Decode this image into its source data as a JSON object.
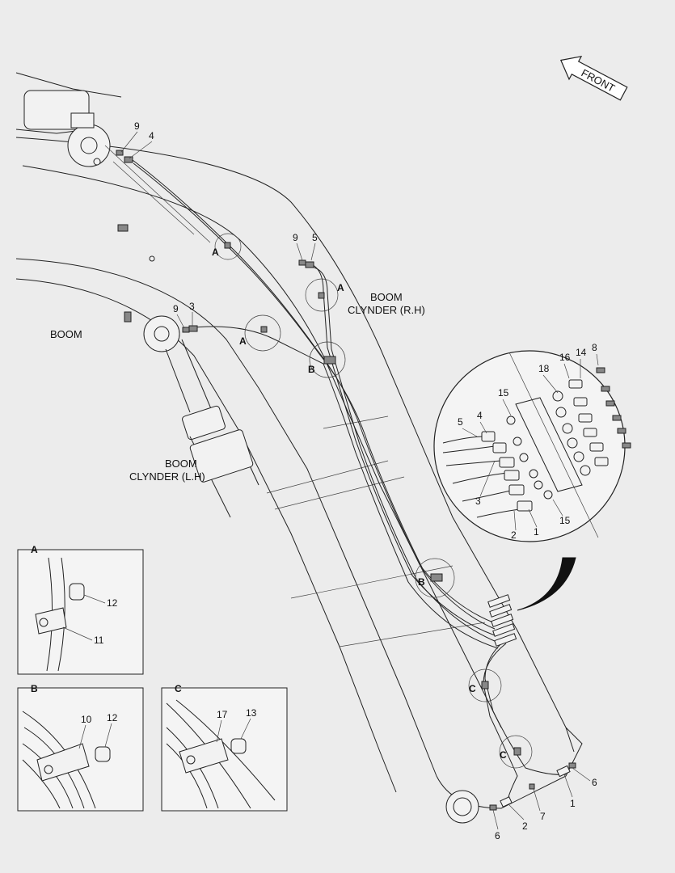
{
  "labels": {
    "front": "FRONT",
    "boom": "BOOM",
    "boom_cyl_rh_1": "BOOM",
    "boom_cyl_rh_2": "CLYNDER (R.H)",
    "boom_cyl_lh_1": "BOOM",
    "boom_cyl_lh_2": "CLYNDER (L.H)"
  },
  "details": {
    "A": {
      "title": "A",
      "callouts": [
        "12",
        "11"
      ]
    },
    "B": {
      "title": "B",
      "callouts": [
        "10",
        "12"
      ]
    },
    "C": {
      "title": "C",
      "callouts": [
        "17",
        "13"
      ]
    }
  },
  "markers": [
    "A",
    "A",
    "A",
    "B",
    "B",
    "C",
    "C"
  ],
  "callouts_main": {
    "c9a": "9",
    "c4a": "4",
    "c9b": "9",
    "c5a": "5",
    "c9c": "9",
    "c3a": "3",
    "c6a": "6",
    "c1a": "1",
    "c7": "7",
    "c2a": "2",
    "c6b": "6"
  },
  "callouts_zoom": {
    "z8": "8",
    "z14": "14",
    "z16": "16",
    "z18": "18",
    "z15a": "15",
    "z5": "5",
    "z4": "4",
    "z3": "3",
    "z2": "2",
    "z1": "1",
    "z15b": "15"
  }
}
